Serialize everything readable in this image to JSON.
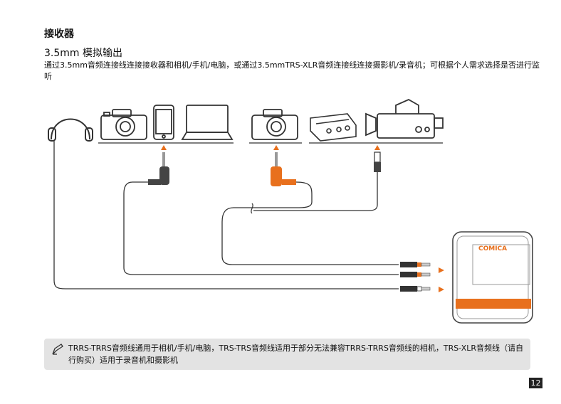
{
  "section_title": "接收器",
  "subsection_title": "3.5mm 模拟输出",
  "description": "通过3.5mm音频连接线连接接收器和相机/手机/电脑，或通过3.5mmTRS-XLR音频连接线连接摄影机/录音机；可根据个人需求选择是否进行监听",
  "receiver_brand": "COMICA",
  "note_text": "TRRS-TRRS音频线通用于相机/手机/电脑，TRS-TRS音频线适用于部分无法兼容TRRS-TRRS音频线的相机，TRS-XLR音频线（请自行购买）适用于录音机和摄影机",
  "page_number": "12",
  "colors": {
    "accent": "#e8701d",
    "line": "#333333",
    "note_bg": "#e3e3e3"
  },
  "icons": [
    "headphones-icon",
    "camera-icon",
    "phone-icon",
    "laptop-icon",
    "recorder-icon",
    "video-camera-icon",
    "pencil-note-icon"
  ]
}
